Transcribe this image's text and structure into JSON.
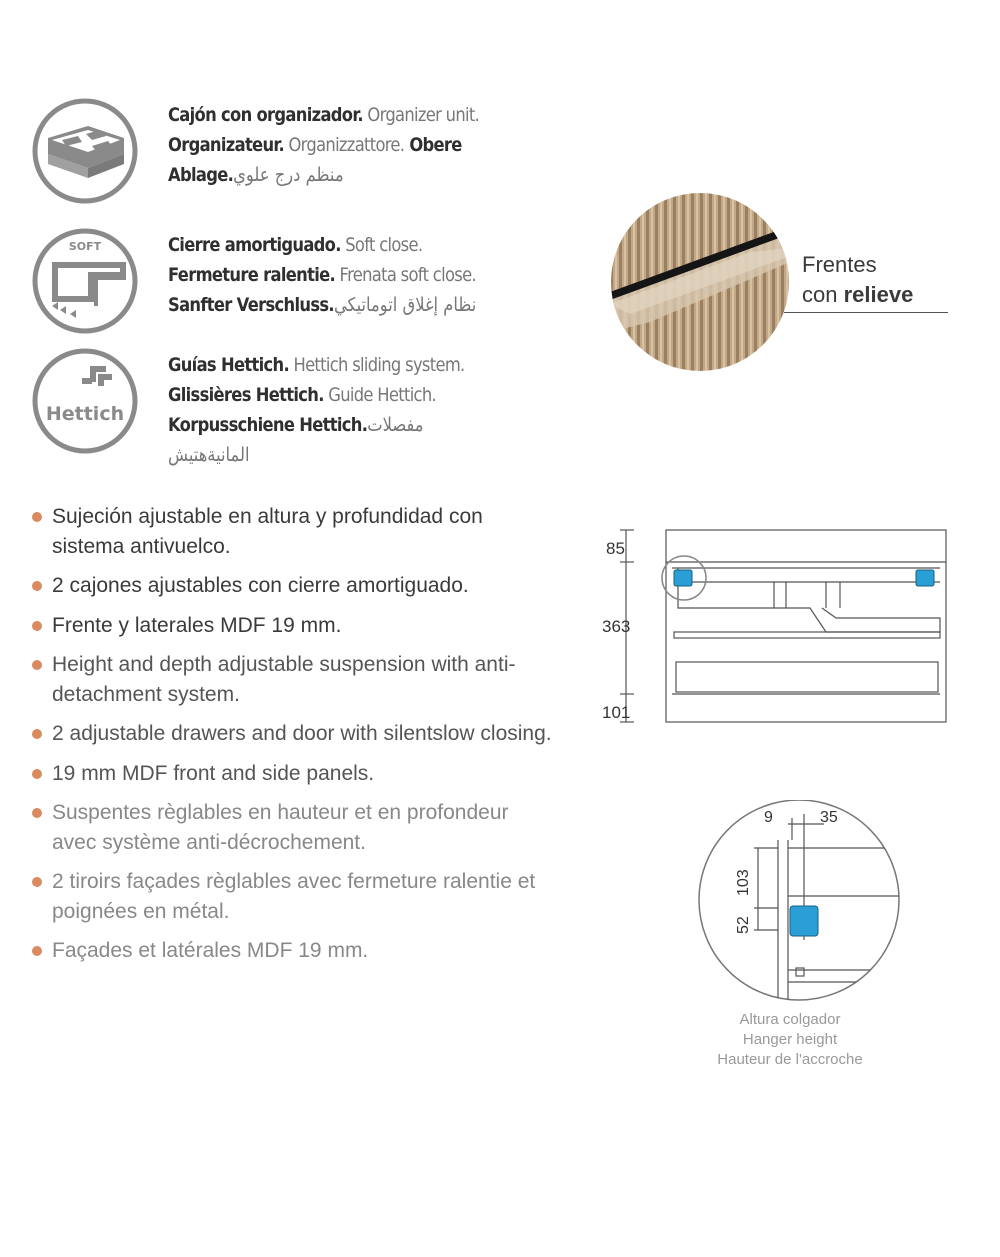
{
  "features": [
    {
      "icon": "organizer-drawer-icon",
      "lines": [
        [
          {
            "t": "Cajón con organizador.",
            "s": "b"
          },
          {
            "t": " Organizer unit.",
            "s": "l"
          }
        ],
        [
          {
            "t": "Organizateur.",
            "s": "b"
          },
          {
            "t": " Organizzattore.",
            "s": "l"
          },
          {
            "t": " Obere",
            "s": "b"
          }
        ],
        [
          {
            "t": "Ablage.",
            "s": "b"
          },
          {
            "t": " منظم درج علوي",
            "s": "a"
          }
        ]
      ]
    },
    {
      "icon": "soft-close-icon",
      "icon_label": "SOFT",
      "lines": [
        [
          {
            "t": "Cierre amortiguado.",
            "s": "b"
          },
          {
            "t": " Soft close.",
            "s": "l"
          }
        ],
        [
          {
            "t": "Fermeture ralentie.",
            "s": "b"
          },
          {
            "t": " Frenata soft close.",
            "s": "l"
          }
        ],
        [
          {
            "t": "Sanfter Verschluss.",
            "s": "b"
          },
          {
            "t": " نظام إغلاق اتوماتيكي",
            "s": "a"
          }
        ]
      ]
    },
    {
      "icon": "hettich-logo-icon",
      "icon_label": "Hettich",
      "lines": [
        [
          {
            "t": "Guías Hettich.",
            "s": "b"
          },
          {
            "t": " Hettich sliding system.",
            "s": "l"
          }
        ],
        [
          {
            "t": "Glissières Hettich.",
            "s": "b"
          },
          {
            "t": " Guide Hettich.",
            "s": "l"
          }
        ],
        [
          {
            "t": "Korpusschiene Hettich.",
            "s": "b"
          },
          {
            "t": " مفصلات",
            "s": "a"
          }
        ],
        [
          {
            "t": "المانيةهتيش",
            "s": "a"
          }
        ]
      ]
    }
  ],
  "bullets": [
    {
      "lang": "es",
      "text": "Sujeción ajustable en altura y profundidad con sistema antivuelco."
    },
    {
      "lang": "es",
      "text": "2 cajones ajustables con cierre amortiguado."
    },
    {
      "lang": "es",
      "text": "Frente y laterales MDF 19 mm."
    },
    {
      "lang": "en",
      "text": "Height and depth adjustable suspension with anti-detachment system."
    },
    {
      "lang": "en",
      "text": "2 adjustable drawers and door with silentslow closing."
    },
    {
      "lang": "en",
      "text": "19 mm MDF front and side panels."
    },
    {
      "lang": "fr",
      "text": "Suspentes règlables en hauteur et en profondeur avec système anti-décrochement."
    },
    {
      "lang": "fr",
      "text": "2 tiroirs façades règlables avec fermeture ralentie et poignées en métal."
    },
    {
      "lang": "fr",
      "text": "Façades et latérales MDF 19 mm."
    }
  ],
  "relieve": {
    "line1": "Frentes",
    "line2_prefix": "con ",
    "line2_bold": "relieve"
  },
  "cabinet_dims": {
    "top": "85",
    "middle": "363",
    "bottom": "101"
  },
  "detail_dims": {
    "left_gap": "9",
    "right_gap": "35",
    "height_a": "103",
    "height_b": "52"
  },
  "caption": {
    "es": "Altura colgador",
    "en": "Hanger height",
    "fr": "Hauteur de l'accroche"
  },
  "colors": {
    "bullet": "#d98a5f",
    "icon_gray": "#8a8a8a",
    "clip_blue": "#2a9fd6",
    "wood": "#b59a7b"
  }
}
